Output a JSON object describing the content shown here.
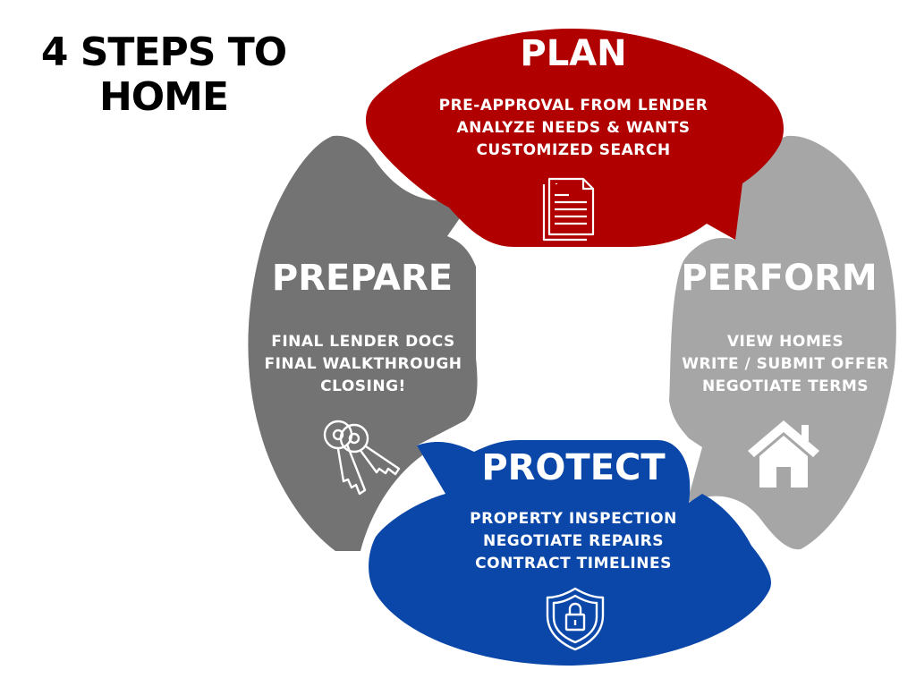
{
  "title": {
    "line1": "4 STEPS TO",
    "line2": "HOME"
  },
  "colors": {
    "plan": "#b00000",
    "prepare": "#737373",
    "perform": "#a6a6a6",
    "protect": "#0a47a8"
  },
  "steps": {
    "plan": {
      "heading": "PLAN",
      "items": [
        "PRE-APPROVAL FROM LENDER",
        "ANALYZE NEEDS & WANTS",
        "CUSTOMIZED SEARCH"
      ],
      "icon": "document-icon"
    },
    "prepare": {
      "heading": "PREPARE",
      "items": [
        "FINAL LENDER DOCS",
        "FINAL WALKTHROUGH",
        "CLOSING!"
      ],
      "icon": "keys-icon"
    },
    "perform": {
      "heading": "PERFORM",
      "items": [
        "VIEW HOMES",
        "WRITE / SUBMIT OFFER",
        "NEGOTIATE TERMS"
      ],
      "icon": "house-icon"
    },
    "protect": {
      "heading": "PROTECT",
      "items": [
        "PROPERTY INSPECTION",
        "NEGOTIATE REPAIRS",
        "CONTRACT TIMELINES"
      ],
      "icon": "shield-lock-icon"
    }
  }
}
